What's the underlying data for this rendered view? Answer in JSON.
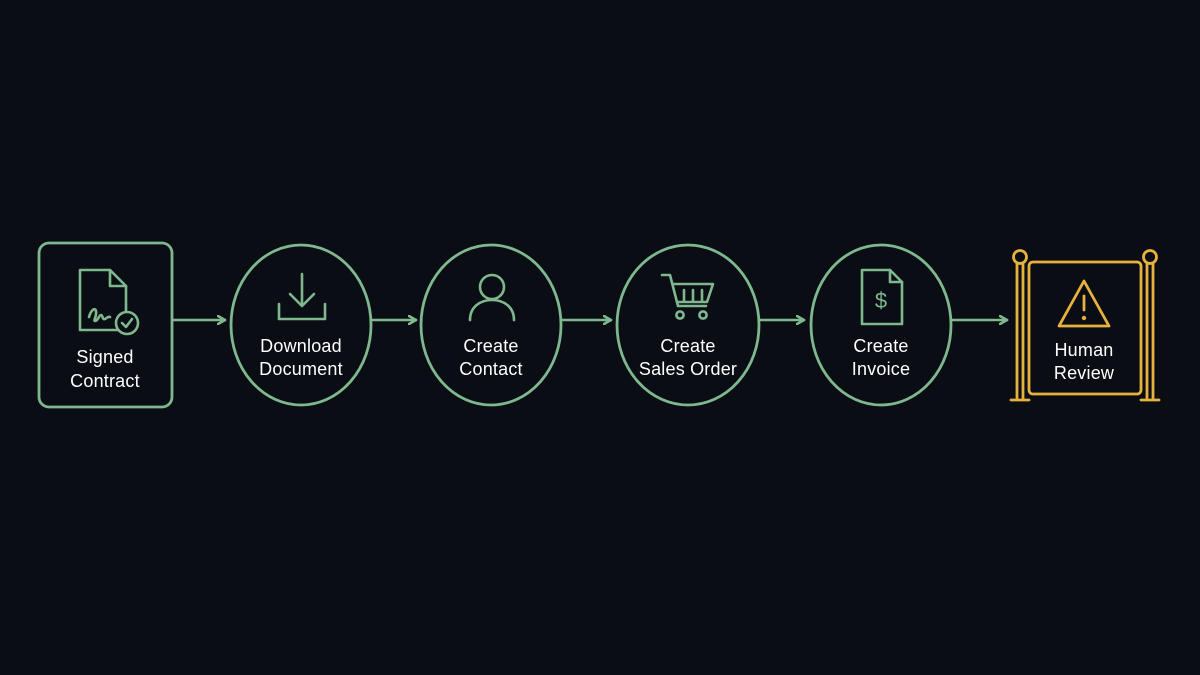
{
  "colors": {
    "background": "#0a0d14",
    "step": "#7fb88f",
    "review": "#e7b13d"
  },
  "steps": [
    {
      "line1": "Signed",
      "line2": "Contract",
      "icon": "signed-document-check-icon"
    },
    {
      "line1": "Download",
      "line2": "Document",
      "icon": "download-icon"
    },
    {
      "line1": "Create",
      "line2": "Contact",
      "icon": "person-icon"
    },
    {
      "line1": "Create",
      "line2": "Sales Order",
      "icon": "shopping-cart-icon"
    },
    {
      "line1": "Create",
      "line2": "Invoice",
      "icon": "invoice-dollar-icon"
    },
    {
      "line1": "Human",
      "line2": "Review",
      "icon": "warning-icon"
    }
  ]
}
